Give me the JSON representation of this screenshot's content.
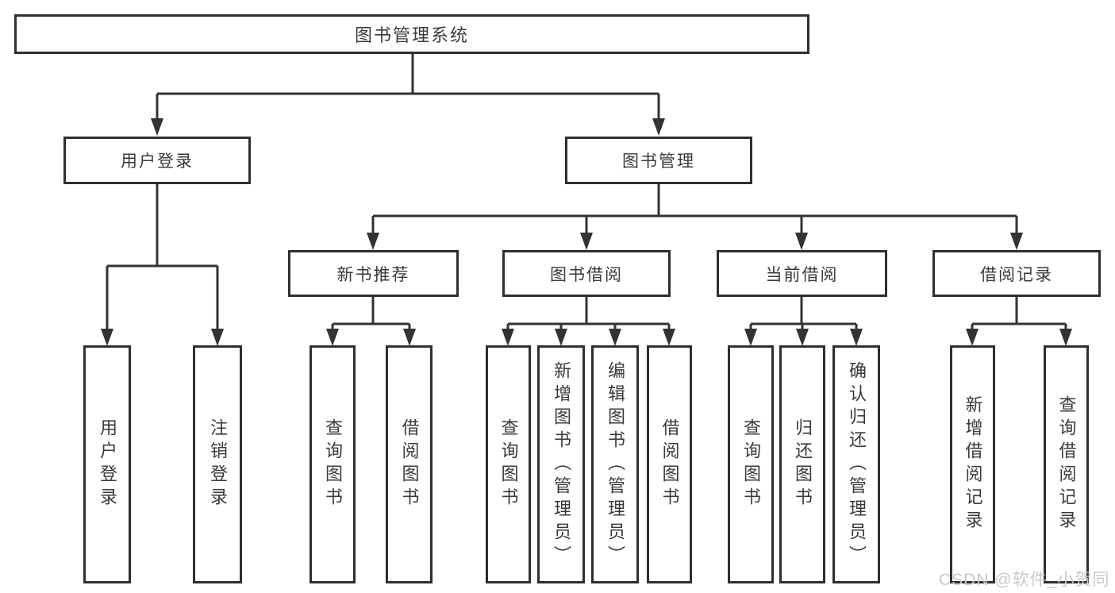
{
  "palette": {
    "line": "#333333",
    "box_border": "#2f2f2f",
    "text": "#3a3a3a",
    "watermark": "#c9c9c9"
  },
  "tree": {
    "label": "图书管理系统",
    "children": [
      {
        "label": "用户登录",
        "children": [
          {
            "label": "用户登录"
          },
          {
            "label": "注销登录"
          }
        ]
      },
      {
        "label": "图书管理",
        "children": [
          {
            "label": "新书推荐",
            "children": [
              {
                "label": "查询图书"
              },
              {
                "label": "借阅图书"
              }
            ]
          },
          {
            "label": "图书借阅",
            "children": [
              {
                "label": "查询图书"
              },
              {
                "label": "新增图书（管理员）"
              },
              {
                "label": "编辑图书（管理员）"
              },
              {
                "label": "借阅图书"
              }
            ]
          },
          {
            "label": "当前借阅",
            "children": [
              {
                "label": "查询图书"
              },
              {
                "label": "归还图书"
              },
              {
                "label": "确认归还（管理员）"
              }
            ]
          },
          {
            "label": "借阅记录",
            "children": [
              {
                "label": "新增借阅记录"
              },
              {
                "label": "查询借阅记录"
              }
            ]
          }
        ]
      }
    ]
  },
  "watermark": {
    "text": "CSDN @软件_小贺同学"
  }
}
